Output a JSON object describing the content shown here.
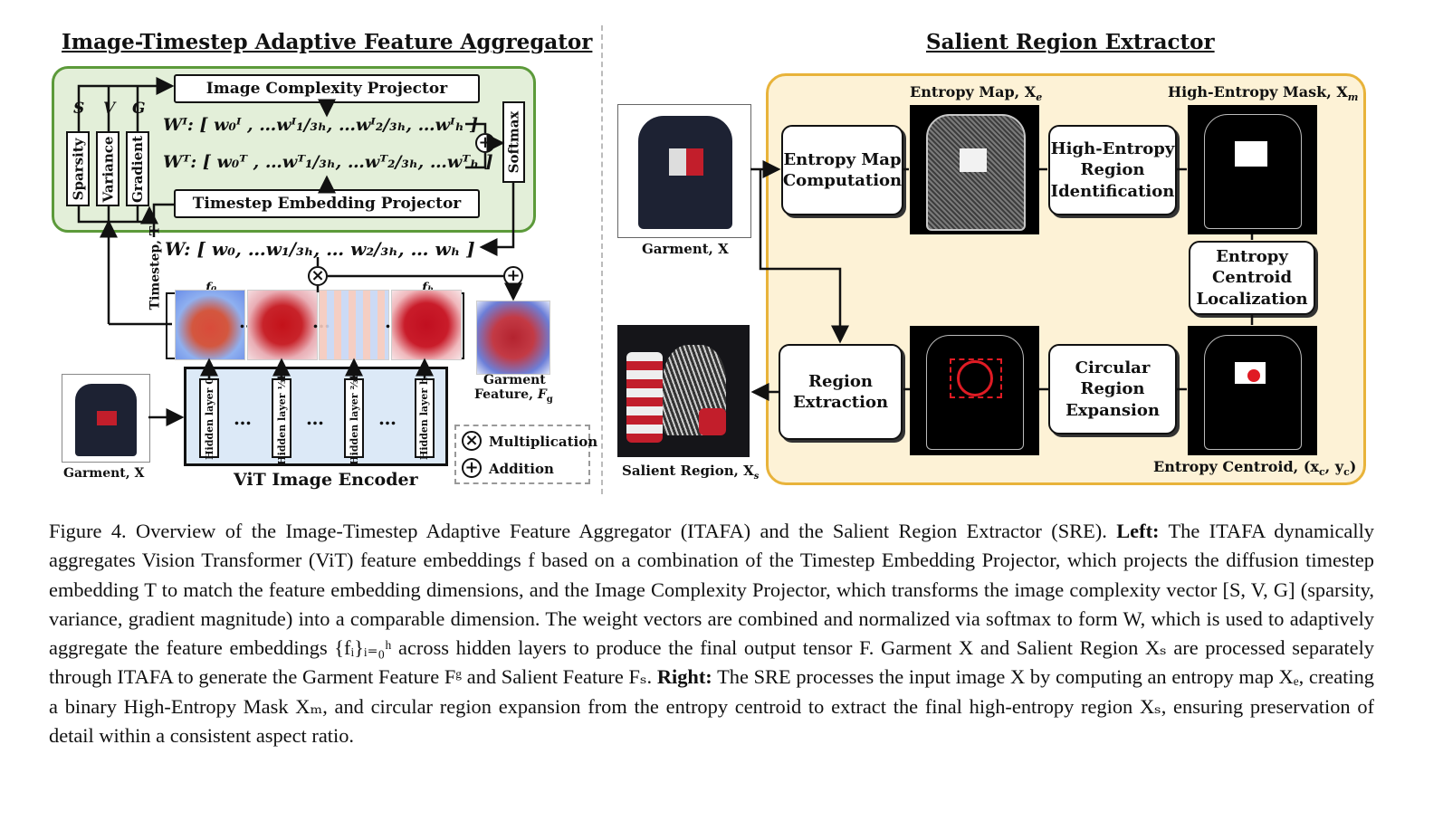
{
  "left_panel": {
    "title": "Image-Timestep Adaptive Feature Aggregator",
    "image_complexity_projector": "Image Complexity Projector",
    "timestep_embedding_projector": "Timestep Embedding Projector",
    "softmax": "Softmax",
    "sparsity": "Sparsity",
    "variance": "Variance",
    "gradient": "Gradient",
    "s_label": "S",
    "v_label": "V",
    "g_label": "G",
    "wi_row": "Wᴵ: [ w₀ᴵ ,  …wᴵ₁/₃ₕ,  …wᴵ₂/₃ₕ,  …wᴵₕ ]",
    "wt_row": "Wᵀ: [ w₀ᵀ ,  …wᵀ₁/₃ₕ,  …wᵀ₂/₃ₕ,  …wᵀₕ ]",
    "w_row": "W: [ w₀,  …w₁/₃ₕ,  … w₂/₃ₕ,  … wₕ ]",
    "timestep_label": "Timestep, T",
    "f0_label": "f₀",
    "fh_label": "fₕ",
    "garment_label": "Garment, X",
    "garment_feature_label": "Garment Feature, F",
    "garment_feature_sub": "g",
    "vit_label": "ViT Image Encoder",
    "hidden_layers": [
      "Hidden layer 0",
      "Hidden layer ⅓h",
      "Hidden layer ⅔h",
      "Hidden layer h"
    ],
    "ellipsis": "…",
    "legend": {
      "multiplication": "Multiplication",
      "addition": "Addition",
      "times_symbol": "×",
      "plus_symbol": "+"
    }
  },
  "right_panel": {
    "title": "Salient Region Extractor",
    "entropy_map_label": "Entropy Map, X",
    "entropy_map_sub": "e",
    "mask_label": "High-Entropy Mask, X",
    "mask_sub": "m",
    "garment_label": "Garment, X",
    "salient_region_label": "Salient Region, X",
    "salient_region_sub": "s",
    "centroid_label": "Entropy Centroid, (x",
    "centroid_rest": ",  y",
    "boxes": {
      "entropy_map_computation": "Entropy Map\nComputation",
      "high_entropy_region_identification": "High-Entropy\nRegion\nIdentification",
      "entropy_centroid_localization": "Entropy\nCentroid\nLocalization",
      "circular_region_expansion": "Circular\nRegion\nExpansion",
      "region_extraction": "Region\nExtraction"
    }
  },
  "caption": {
    "lines": [
      "Figure 4. Overview of the Image-Timestep Adaptive Feature Aggregator (ITAFA) and the Salient Region Extractor (SRE).",
      "Left:",
      "The ITAFA dynamically aggregates Vision Transformer (ViT) feature embeddings f based on a combination of the Timestep Embedding Projector, which projects the diffusion timestep embedding T to match the feature embedding dimensions, and the Image Complexity Projector, which transforms the image complexity vector [S, V, G] (sparsity, variance, gradient magnitude) into a comparable dimension. The weight vectors are combined and normalized via softmax to form W, which is used to adaptively aggregate the feature embeddings {fᵢ}ᵢ₌₀ʰ across hidden layers to produce the final output tensor F. Garment X and Salient Region Xₛ are processed separately through ITAFA to generate the Garment Feature Fᵍ and Salient Feature Fₛ.",
      "Right:",
      "The SRE processes the input image X by computing an entropy map Xₑ, creating a binary High-Entropy Mask Xₘ, and circular region expansion from the entropy centroid to extract the final high-entropy region Xₛ, ensuring preservation of detail within a consistent aspect ratio."
    ]
  },
  "colors": {
    "green_panel": "#e3efd9",
    "green_border": "#5c9a3a",
    "yellow_panel": "#fdf2d6",
    "yellow_border": "#e8b33a",
    "vit_fill": "#dce9f7",
    "dark_navy": "#1d2233"
  }
}
